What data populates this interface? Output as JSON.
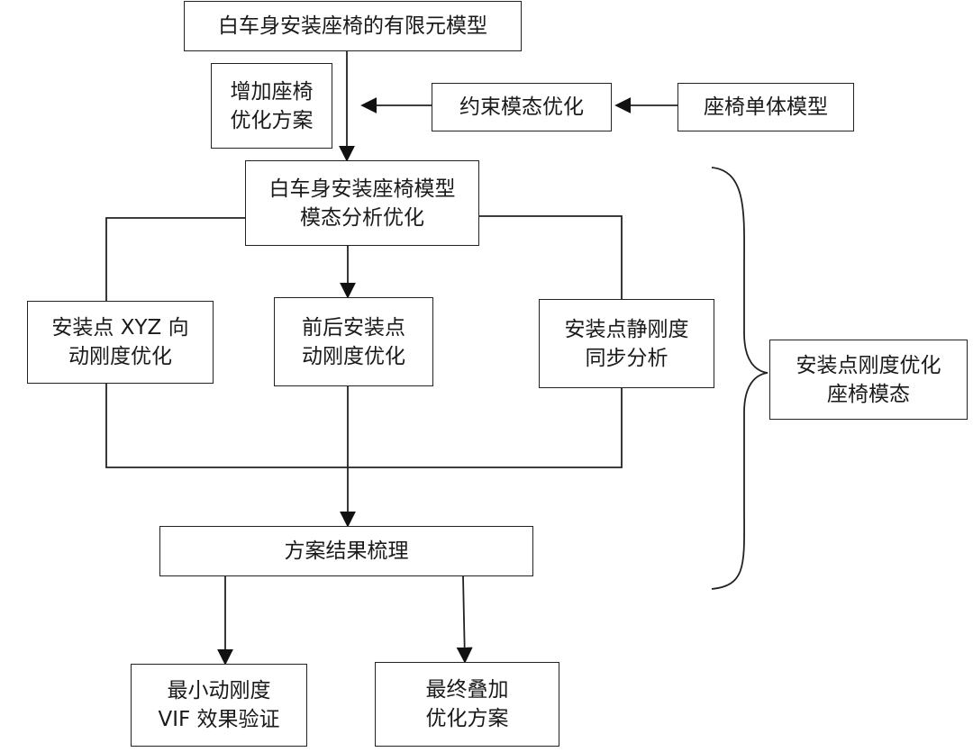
{
  "nodes": {
    "fe_model": [
      "白车身安装座椅的有限元模型"
    ],
    "add_scheme": [
      "增加座椅",
      "优化方案"
    ],
    "constraint_opt": [
      "约束模态优化"
    ],
    "seat_model": [
      "座椅单体模型"
    ],
    "modal_opt": [
      "白车身安装座椅模型",
      "模态分析优化"
    ],
    "xyz_opt": [
      "安装点 XYZ 向",
      "动刚度优化"
    ],
    "front_rear_opt": [
      "前后安装点",
      "动刚度优化"
    ],
    "static_sync": [
      "安装点静刚度",
      "同步分析"
    ],
    "side_label": [
      "安装点刚度优化",
      "座椅模态"
    ],
    "result_sort": [
      "方案结果梳理"
    ],
    "vif_verify": [
      "最小动刚度",
      "VIF 效果验证"
    ],
    "final_overlay": [
      "最终叠加",
      "优化方案"
    ]
  }
}
